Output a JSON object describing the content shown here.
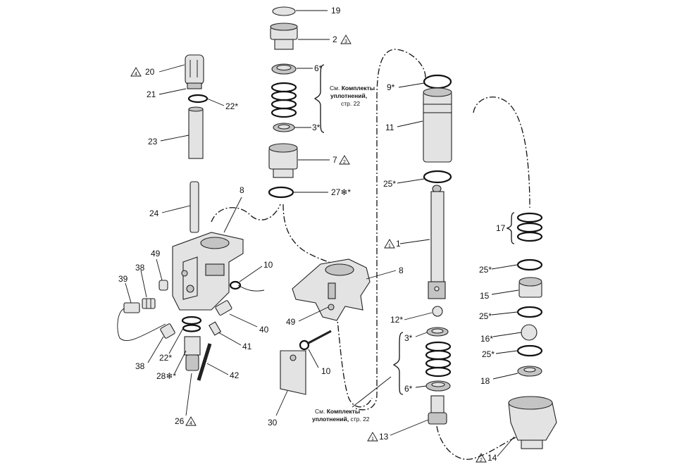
{
  "labels": {
    "l1": "1",
    "l2": "2",
    "l3a": "3*",
    "l3b": "3*",
    "l6a": "6*",
    "l6b": "6*",
    "l7": "7",
    "l8a": "8",
    "l8b": "8",
    "l9": "9*",
    "l10a": "10",
    "l10b": "10",
    "l11": "11",
    "l12": "12*",
    "l13": "13",
    "l14": "14",
    "l15": "15",
    "l16": "16*",
    "l17": "17",
    "l18": "18",
    "l19": "19",
    "l20": "20",
    "l21": "21",
    "l22a": "22*",
    "l22b": "22*",
    "l23": "23",
    "l24": "24",
    "l25a": "25*",
    "l25b": "25*",
    "l25c": "25*",
    "l25d": "25*",
    "l26": "26",
    "l27": "27❄*",
    "l28": "28❄*",
    "l30": "30",
    "l38a": "38",
    "l38b": "38",
    "l39": "39",
    "l40": "40",
    "l41": "41",
    "l42": "42",
    "l49a": "49",
    "l49b": "49"
  },
  "triangles": {
    "t1": "1",
    "t2": "2",
    "t3": "3",
    "t4": "4"
  },
  "notes": {
    "kit_top_1": "См.",
    "kit_top_2": "Комплекты",
    "kit_top_3": "уплотнений,",
    "kit_top_4": "стр. 22",
    "kit_bottom_1": "См.",
    "kit_bottom_2": "Комплекты",
    "kit_bottom_3": "уплотнений,",
    "kit_bottom_4": "стр. 22"
  }
}
